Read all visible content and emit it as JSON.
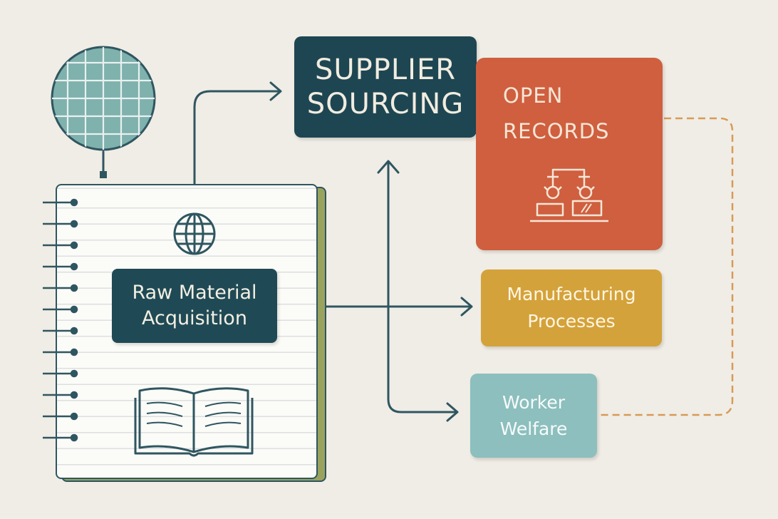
{
  "nodes": {
    "raw_material": "Raw Material\nAcquisition",
    "supplier_sourcing": "SUPPLIER\nSOURCING",
    "open_records": "OPEN\nRECORDS",
    "manufacturing": "Manufacturing\nProcesses",
    "worker_welfare": "Worker\nWelfare"
  },
  "icons": {
    "grid_globe": "grid-globe-icon",
    "globe": "globe-icon",
    "book": "open-book-icon",
    "assembly": "assembly-line-icon",
    "spiral": "spiral-binding-icon"
  },
  "colors": {
    "background": "#f0ede6",
    "dark_teal": "#1f4a55",
    "orange": "#cf5f3f",
    "mustard": "#d4a23a",
    "light_teal": "#8cbfbe",
    "olive": "#9aa35e",
    "line": "#2f5660",
    "dashed_connector": "#d89a55"
  }
}
